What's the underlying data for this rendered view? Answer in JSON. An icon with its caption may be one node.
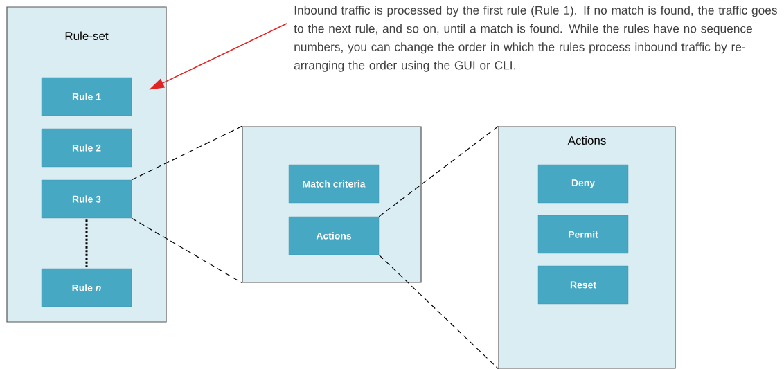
{
  "diagram": {
    "nodes": [
      {
        "text": [
          "Rule-set"
        ]
      },
      {
        "text": [
          "Rule 1"
        ],
        "in": 0
      },
      {
        "text": [
          "Rule 2"
        ],
        "in": 0
      },
      {
        "text": [
          "Rule 3"
        ],
        "in": 0
      },
      {
        "text": [
          "Rule *n*"
        ],
        "in": 0
      },
      {
        "text": [],
        "shape": "box"
      },
      {
        "text": [
          "Match criteria"
        ],
        "in": 5
      },
      {
        "text": [
          "Actions"
        ],
        "in": 5
      },
      {
        "text": [
          "Actions"
        ]
      },
      {
        "text": [
          "Deny"
        ],
        "in": 8
      },
      {
        "text": [
          "Permit"
        ],
        "in": 8
      },
      {
        "text": [
          "Reset"
        ],
        "in": 8
      },
      {
        "text": [
          "Inbound traffic is processed by the first rule (Rule 1). If no match is found, the traffic goes to the next rule, and so on, until a match is found. While the rules have no sequence numbers, you can change the order in which the rules process inbound traffic by re-arranging the order using the GUI or CLI."
        ]
      }
    ],
    "edges": [
      {
        "from": 12,
        "to": 1,
        "arrow": "to",
        "color": "#e02424"
      },
      {
        "from": 3,
        "to": 4,
        "arrow": "none",
        "style": "dashed"
      },
      {
        "from": 3,
        "to": 5,
        "arrow": "none",
        "style": "dashed"
      },
      {
        "from": 3,
        "to": 5,
        "arrow": "none",
        "style": "dashed"
      },
      {
        "from": 7,
        "to": 8,
        "arrow": "none",
        "style": "dashed"
      },
      {
        "from": 7,
        "to": 8,
        "arrow": "none",
        "style": "dashed"
      }
    ]
  }
}
